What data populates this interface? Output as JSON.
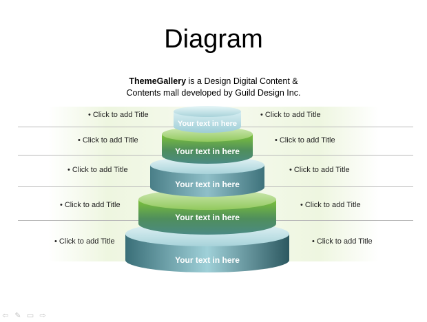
{
  "slide": {
    "title": "Diagram",
    "subtitle_bold": "ThemeGallery",
    "subtitle_rest_line1": " is a Design Digital Content &",
    "subtitle_line2": "Contents mall developed by Guild Design Inc."
  },
  "tiers": [
    {
      "text": "Your text in here",
      "color": "#b5dde4"
    },
    {
      "text": "Your text in here",
      "color": "#6db23a"
    },
    {
      "text": "Your text in here",
      "color": "#5a8f97"
    },
    {
      "text": "Your text in here",
      "color": "#6db23a"
    },
    {
      "text": "Your text in here",
      "color": "#2f5f67"
    }
  ],
  "left_labels": [
    "Click to add Title",
    "Click to add Title",
    "Click to add Title",
    "Click to add Title",
    "Click to add Title"
  ],
  "right_labels": [
    "Click to add Title",
    "Click to add Title",
    "Click to add Title",
    "Click to add Title",
    "Click to add Title"
  ],
  "nav_icons": [
    "arrow-left-icon",
    "pen-icon",
    "menu-icon",
    "arrow-right-icon"
  ]
}
